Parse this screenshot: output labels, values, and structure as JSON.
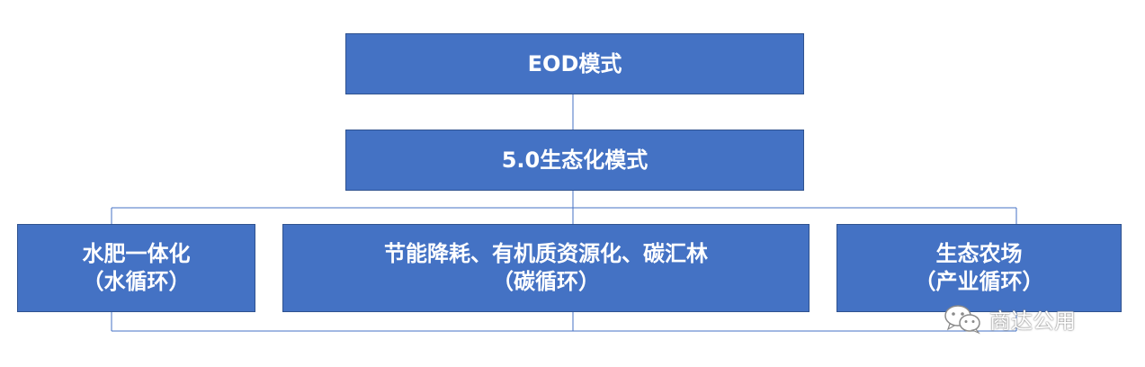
{
  "diagram": {
    "top": {
      "label": "EOD模式"
    },
    "middle": {
      "label": "5.0生态化模式"
    },
    "children": [
      {
        "id": "water",
        "line1": "水肥一体化",
        "line2": "（水循环）"
      },
      {
        "id": "carbon",
        "line1": "节能降耗、有机质资源化、碳汇林",
        "line2": "（碳循环）"
      },
      {
        "id": "farm",
        "line1": "生态农场",
        "line2": "（产业循环）"
      }
    ]
  },
  "colors": {
    "box_fill": "#4472c4",
    "box_border": "#2f528f",
    "connector": "#4472c4",
    "text": "#ffffff"
  },
  "watermark": {
    "icon": "wechat-icon",
    "text": "商达公用"
  }
}
